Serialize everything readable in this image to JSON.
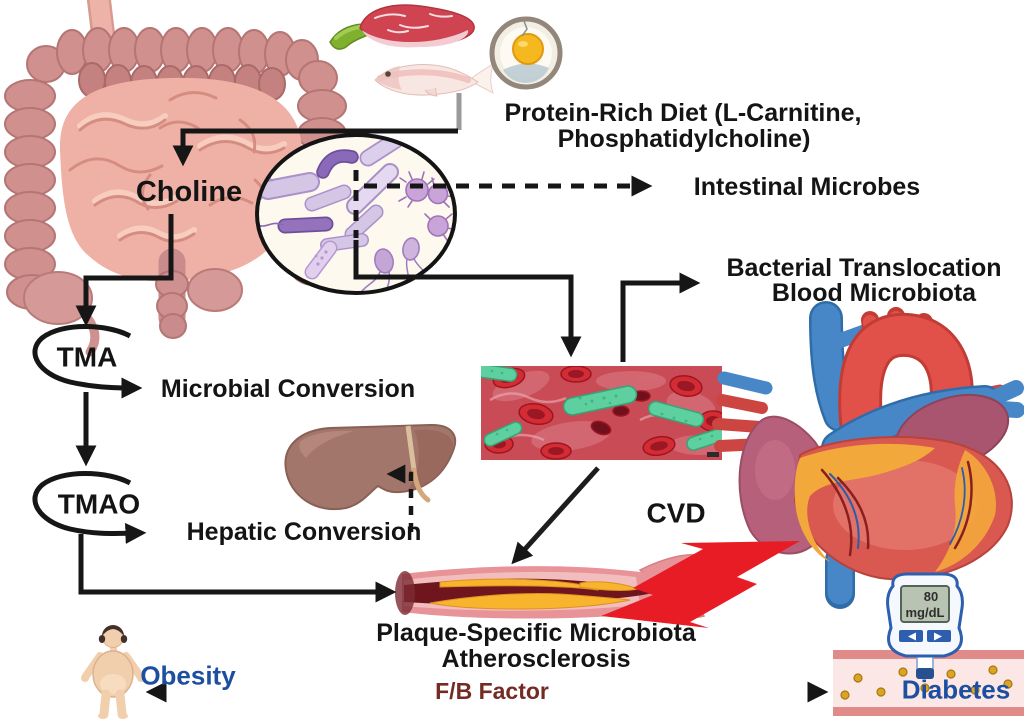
{
  "labels": {
    "choline": "Choline",
    "protein_diet_line1": "Protein-Rich Diet (L-Carnitine,",
    "protein_diet_line2": "Phosphatidylcholine)",
    "intestinal_microbes": "Intestinal Microbes",
    "bacterial_translocation_line1": "Bacterial Translocation",
    "bacterial_translocation_line2": "Blood Microbiota",
    "tma": "TMA",
    "microbial_conversion": "Microbial Conversion",
    "tmao": "TMAO",
    "hepatic_conversion": "Hepatic Conversion",
    "cvd": "CVD",
    "plaque_line1": "Plaque-Specific Microbiota",
    "plaque_line2": "Atherosclerosis",
    "obesity": "Obesity",
    "fb_factor": "F/B Factor",
    "diabetes": "Diabetes"
  },
  "glucose_meter": {
    "value": "80",
    "unit": "mg/dL"
  },
  "colors": {
    "label_dark": "#141414",
    "label_blue": "#1c4f9f",
    "label_maroon": "#742b24",
    "bolt_red": "#e81c24",
    "intestine_pink": "#efb1a6",
    "colon_rose": "#d0908e",
    "microbe_purple": "#9572bc",
    "bacteria_green": "#5ecf9e",
    "plaque_yellow": "#f7b52e",
    "liver_brown": "#a3766b",
    "heart_red": "#d95850",
    "vessel_blue": "#4787c8"
  }
}
